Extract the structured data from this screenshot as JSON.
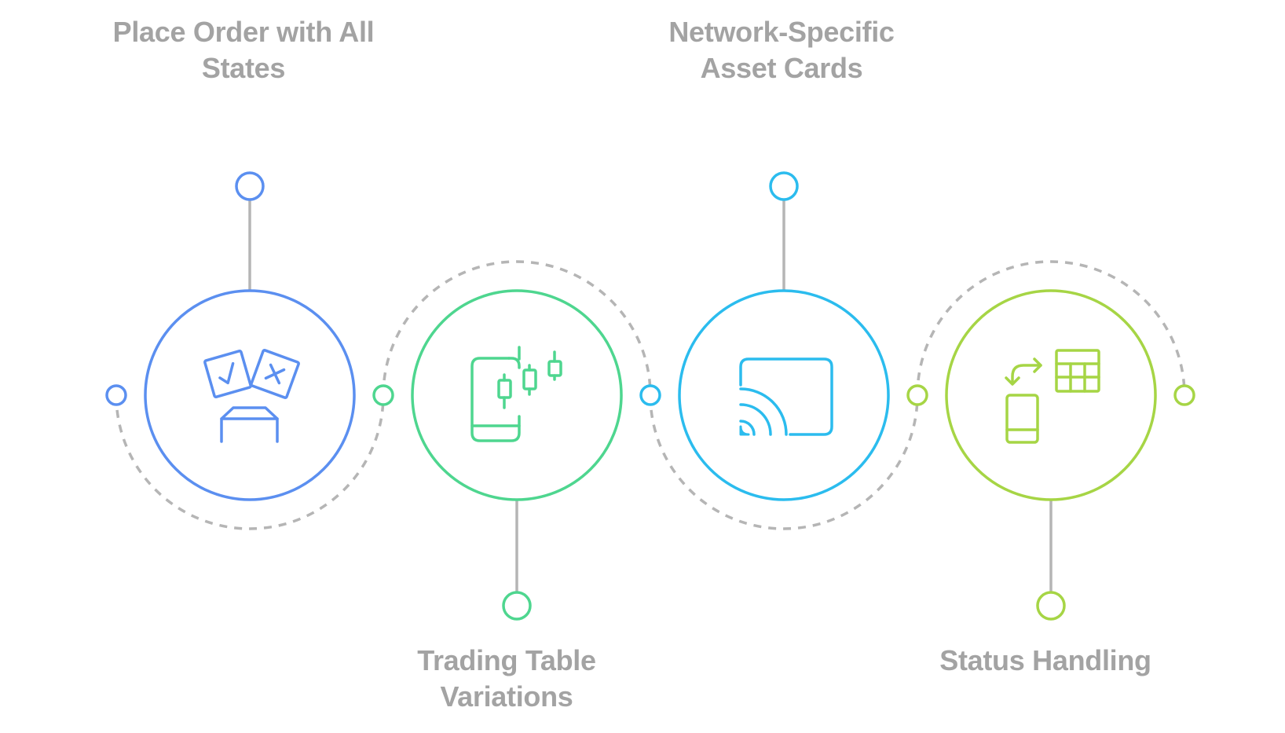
{
  "steps": [
    {
      "title_lines": [
        "Place Order with All",
        "States"
      ],
      "color": "#5b8ff0",
      "icon": "order-states-icon"
    },
    {
      "title_lines": [
        "Trading Table",
        "Variations"
      ],
      "color": "#4ed68f",
      "icon": "mobile-candlestick-icon"
    },
    {
      "title_lines": [
        "Network-Specific",
        "Asset Cards"
      ],
      "color": "#2bbcee",
      "icon": "cast-screen-icon"
    },
    {
      "title_lines": [
        "Status Handling"
      ],
      "color": "#a6d545",
      "icon": "device-table-sync-icon"
    }
  ],
  "connector_color": "#b5b5b5",
  "label_color": "#a3a3a3"
}
